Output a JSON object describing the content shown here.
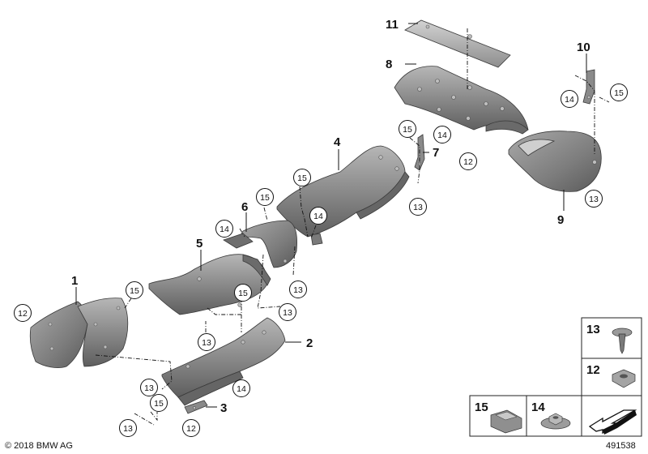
{
  "callouts": {
    "c1": "1",
    "c2": "2",
    "c3": "3",
    "c4": "4",
    "c5": "5",
    "c6": "6",
    "c7": "7",
    "c8": "8",
    "c9": "9",
    "c10": "10",
    "c11": "11"
  },
  "circled": {
    "n12": "12",
    "n13": "13",
    "n14": "14",
    "n15": "15"
  },
  "legend": {
    "item13": "13",
    "item12": "12",
    "item15": "15",
    "item14": "14"
  },
  "footer": {
    "copyright": "© 2018 BMW AG",
    "diagram_number": "491538"
  },
  "colors": {
    "shield_dark": "#6f6f6f",
    "shield_mid": "#8c8c8c",
    "shield_light": "#b4b4b4",
    "line": "#111111"
  }
}
